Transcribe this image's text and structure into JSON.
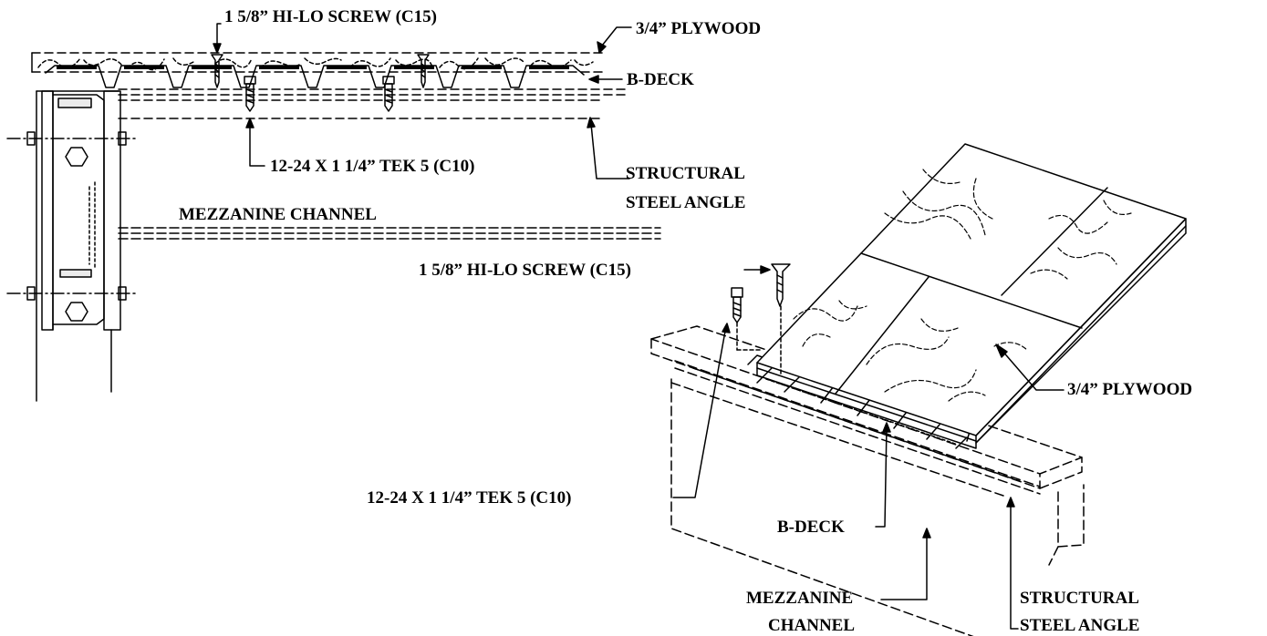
{
  "labels": {
    "hilo_screw": "1 5/8” HI-LO SCREW (C15)",
    "plywood": "3/4” PLYWOOD",
    "bdeck": "B-DECK",
    "tek_screw": "12-24 X 1 1/4” TEK 5 (C10)",
    "structural_1": "STRUCTURAL",
    "steel_angle": "STEEL ANGLE",
    "mezzanine_channel": "MEZZANINE CHANNEL",
    "mezzanine": "MEZZANINE",
    "channel": "CHANNEL"
  },
  "colors": {
    "ink": "#000000",
    "paper": "#ffffff"
  }
}
